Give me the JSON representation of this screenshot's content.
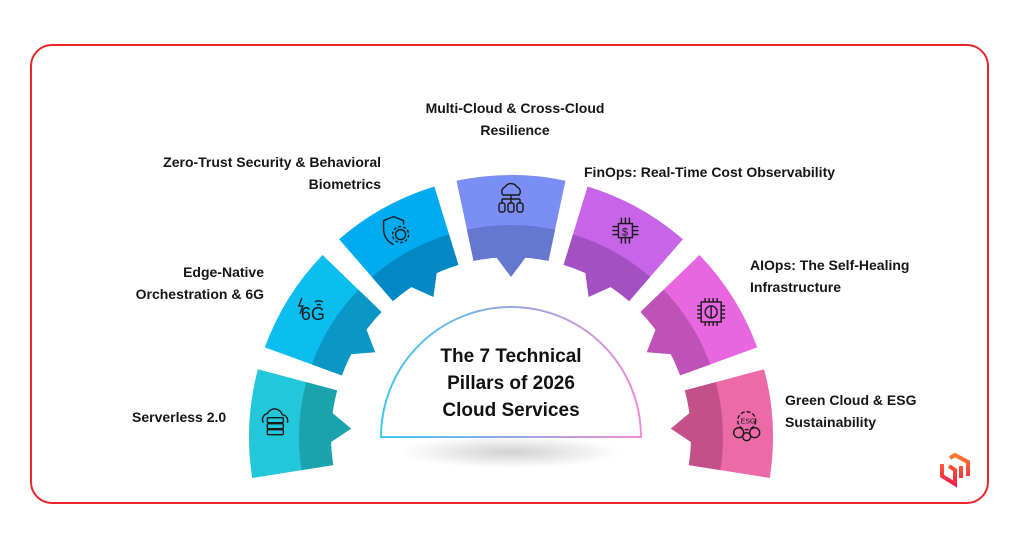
{
  "title": {
    "lines": [
      "The 7 Technical",
      "Pillars of 2026",
      "Cloud Services"
    ]
  },
  "pillars": [
    {
      "lines": [
        "Serverless 2.0"
      ],
      "icon": "cloud-server-icon",
      "color": "#22C7D9",
      "dark": "#1AA3AD"
    },
    {
      "lines": [
        "Edge-Native",
        "Orchestration & 6G"
      ],
      "icon": "6g-signal-icon",
      "color": "#0CBDF0",
      "dark": "#0A97C6"
    },
    {
      "lines": [
        "Zero-Trust Security & Behavioral",
        "Biometrics"
      ],
      "icon": "shield-gear-icon",
      "color": "#00ACEF",
      "dark": "#0288C4"
    },
    {
      "lines": [
        "Multi-Cloud & Cross-Cloud",
        "Resilience"
      ],
      "icon": "cloud-database-icon",
      "color": "#7B8EF5",
      "dark": "#6577CF"
    },
    {
      "lines": [
        "FinOps: Real-Time Cost Observability"
      ],
      "icon": "dollar-chip-icon",
      "color": "#C764E8",
      "dark": "#A351C2"
    },
    {
      "lines": [
        "AIOps: The Self-Healing",
        "Infrastructure"
      ],
      "icon": "brain-chip-icon",
      "color": "#E866E0",
      "dark": "#BE52B7"
    },
    {
      "lines": [
        "Green Cloud & ESG",
        "Sustainability"
      ],
      "icon": "esg-gear-icon",
      "color": "#EC6AA8",
      "dark": "#C4508A"
    }
  ],
  "colors": {
    "frame": "#E8262B",
    "gradient_start": "#3CC8F0",
    "gradient_end": "#F08AD8"
  },
  "logo": {
    "icon": "cube-logo-icon"
  }
}
